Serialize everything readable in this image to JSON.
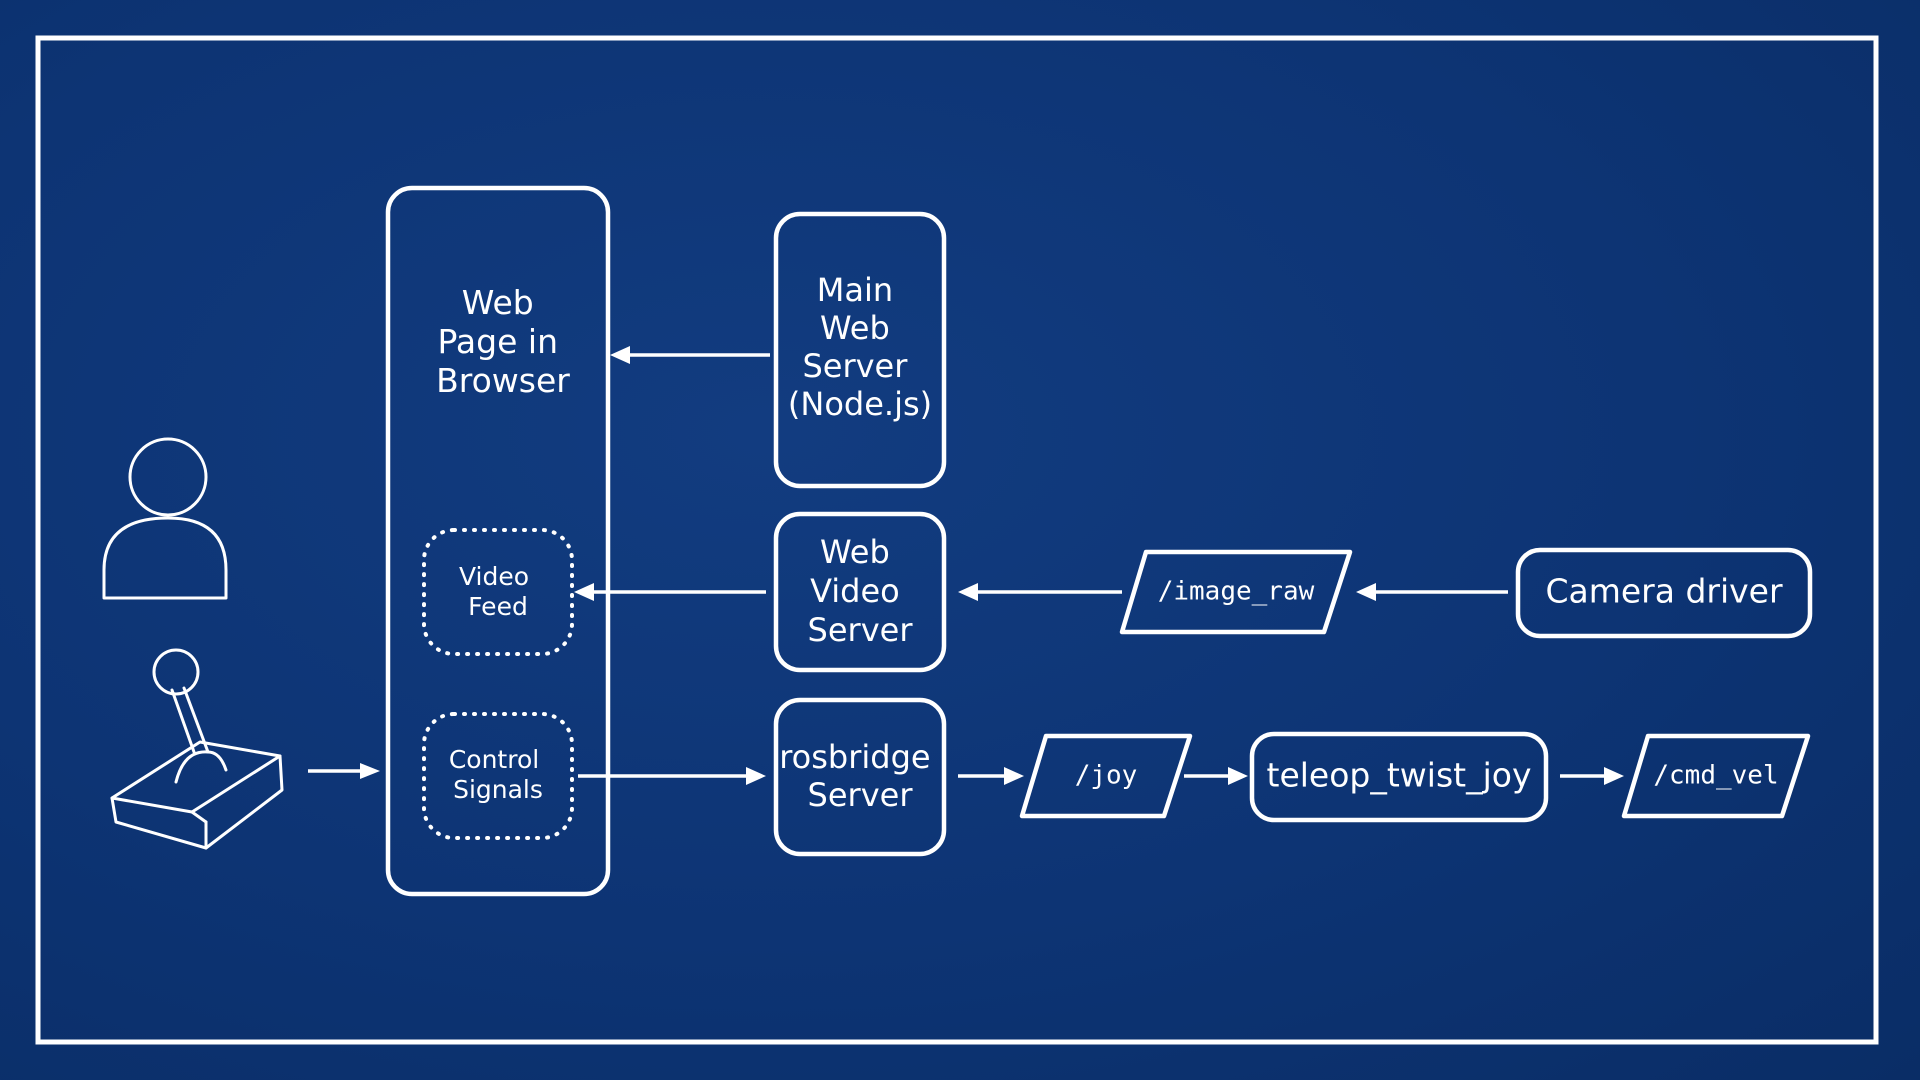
{
  "diagram": {
    "nodes": {
      "web_page": "Web Page in Browser",
      "video_feed": "Video Feed",
      "control_signals": "Control Signals",
      "main_web_server": "Main Web Server (Node.js)",
      "web_video_server": "Web Video Server",
      "rosbridge_server": "rosbridge Server",
      "image_raw_topic": "/image_raw",
      "camera_driver": "Camera driver",
      "joy_topic": "/joy",
      "teleop_twist_joy": "teleop_twist_joy",
      "cmd_vel_topic": "/cmd_vel"
    },
    "text_lines": {
      "web_page": [
        "Web",
        "Page in",
        "Browser"
      ],
      "video_feed": [
        "Video",
        "Feed"
      ],
      "control_signals": [
        "Control",
        "Signals"
      ],
      "main_web_server": [
        "Main",
        "Web",
        "Server",
        "(Node.js)"
      ],
      "web_video_server": [
        "Web",
        "Video",
        "Server"
      ],
      "rosbridge_server": [
        "rosbridge",
        "Server"
      ]
    },
    "icons": {
      "user": "person-icon",
      "joystick": "joystick-icon"
    },
    "colors": {
      "background": "#0d3474",
      "foreground": "#ffffff"
    }
  }
}
